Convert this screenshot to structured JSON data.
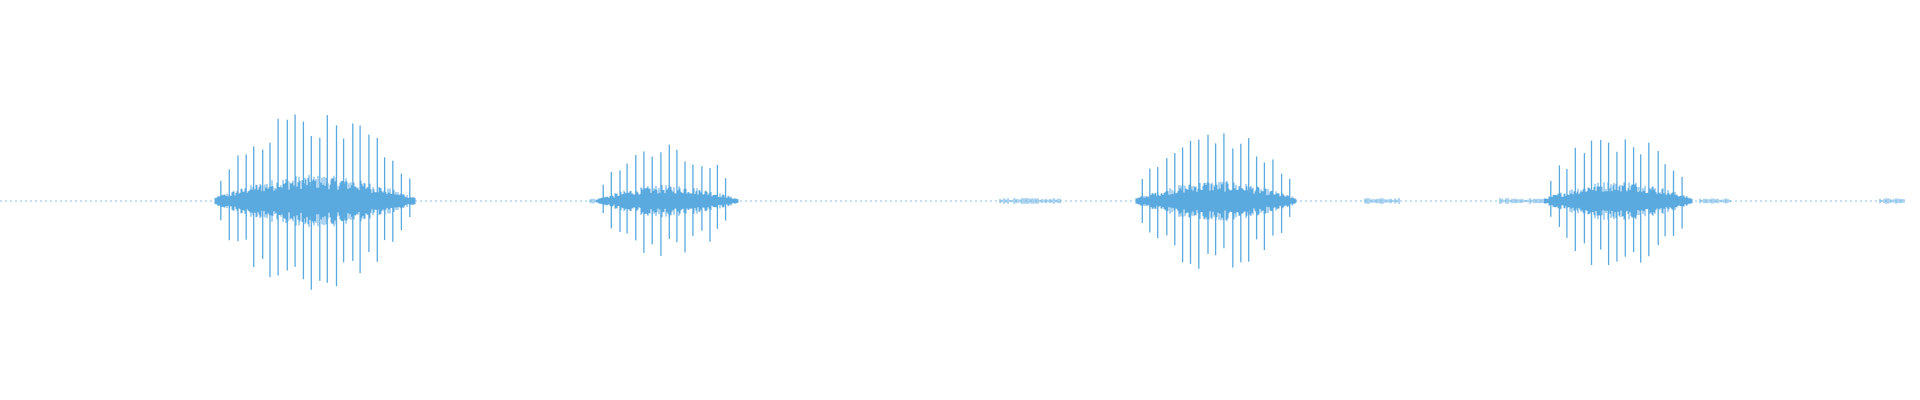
{
  "waveform": {
    "color": "#5aaae0",
    "bursts": [
      {
        "relative_amplitude": 1.0
      },
      {
        "relative_amplitude": 0.62
      },
      {
        "relative_amplitude": 0.78
      },
      {
        "relative_amplitude": 0.78
      }
    ]
  }
}
